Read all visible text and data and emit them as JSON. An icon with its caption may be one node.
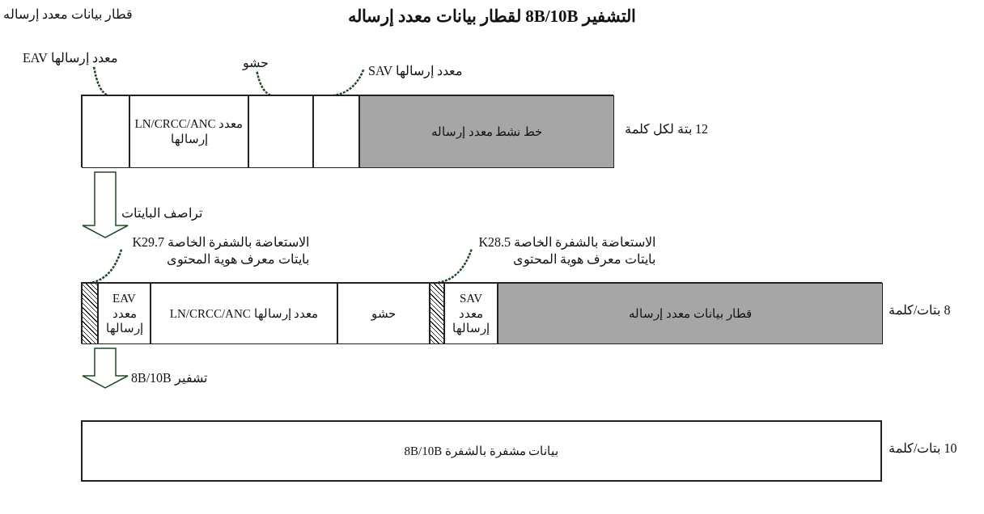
{
  "diagram": {
    "title": "التشفير 8B/10B لقطار بيانات معدد إرساله",
    "nodes": [
      {
        "text": [
          "EAV معدد إرسالها"
        ]
      },
      {
        "text": [
          "حشو"
        ]
      },
      {
        "text": [
          "SAV معدد إرسالها"
        ]
      },
      {
        "text": [],
        "shape": "bar",
        "beside": [
          "12 بتة لكل كلمة"
        ]
      },
      {
        "text": [],
        "shape": "box",
        "in": 3
      },
      {
        "text": [
          "LN/CRCC/ANC معدد إرسالها"
        ],
        "in": 3
      },
      {
        "text": [],
        "shape": "box",
        "in": 3
      },
      {
        "text": [],
        "shape": "box",
        "in": 3
      },
      {
        "text": [
          "خط نشط معدد إرساله"
        ],
        "in": 3
      },
      {
        "text": [
          "الاستعاضة بالشفرة الخاصة K29.7 بايتات معرف هوية المحتوى"
        ]
      },
      {
        "text": [
          "الاستعاضة بالشفرة الخاصة K28.5 بايتات معرف هوية المحتوى"
        ]
      },
      {
        "text": [],
        "shape": "bar",
        "beside": [
          "8 بتات/كلمة"
        ]
      },
      {
        "text": [],
        "shape": "box",
        "in": 11
      },
      {
        "text": [
          "EAV معدد إرسالها"
        ],
        "in": 11
      },
      {
        "text": [
          "LN/CRCC/ANC معدد إرسالها"
        ],
        "in": 11
      },
      {
        "text": [
          "حشو"
        ],
        "in": 11
      },
      {
        "text": [],
        "shape": "box",
        "in": 11
      },
      {
        "text": [
          "SAV معدد إرسالها"
        ],
        "in": 11
      },
      {
        "text": [
          "قطار بيانات معدد إرساله"
        ],
        "in": 11
      },
      {
        "text": [
          "بيانات مشفرة بالشفرة 8B/10B"
        ],
        "beside": [
          "10 بتات/كلمة"
        ]
      }
    ],
    "edges": [
      {
        "from": 0,
        "to": 4,
        "arrow": "none",
        "style": "dashed"
      },
      {
        "from": 1,
        "to": 6,
        "arrow": "none",
        "style": "dashed"
      },
      {
        "from": 2,
        "to": 7,
        "arrow": "none",
        "style": "dashed"
      },
      {
        "from": 3,
        "to": 11,
        "arrow": "to",
        "label": "تراصف البايتات"
      },
      {
        "from": 9,
        "to": 12,
        "arrow": "none",
        "style": "dashed"
      },
      {
        "from": 10,
        "to": 16,
        "arrow": "none",
        "style": "dashed"
      },
      {
        "from": 11,
        "to": 19,
        "arrow": "to",
        "label": "تشفير 8B/10B"
      }
    ],
    "labels": [
      "قطار بيانات معدد إرساله"
    ]
  }
}
